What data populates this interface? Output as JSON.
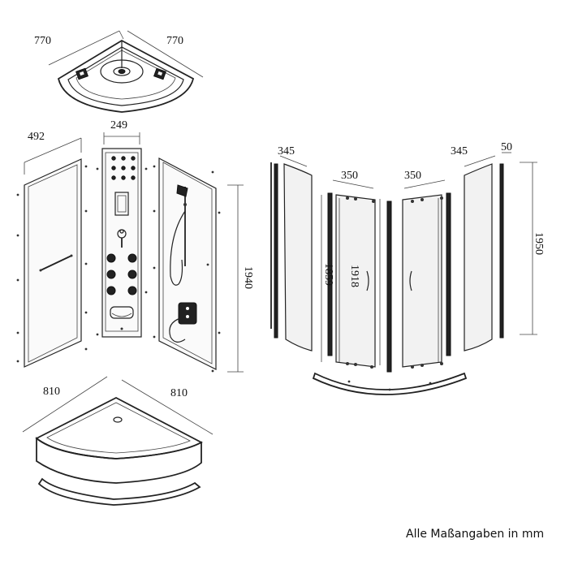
{
  "dimensions": {
    "roof_left": "770",
    "roof_right": "770",
    "side_panel_width": "492",
    "column_width": "249",
    "panel_height": "1940",
    "tray_left": "810",
    "tray_right": "810",
    "fixed_panel_left": "345",
    "fixed_panel_right": "345",
    "door_left": "350",
    "door_right": "350",
    "profile_width": "50",
    "door_height": "1859",
    "door_opening_height": "1918",
    "enclosure_height": "1950"
  },
  "footer": {
    "note": "Alle Maßangaben in mm"
  }
}
